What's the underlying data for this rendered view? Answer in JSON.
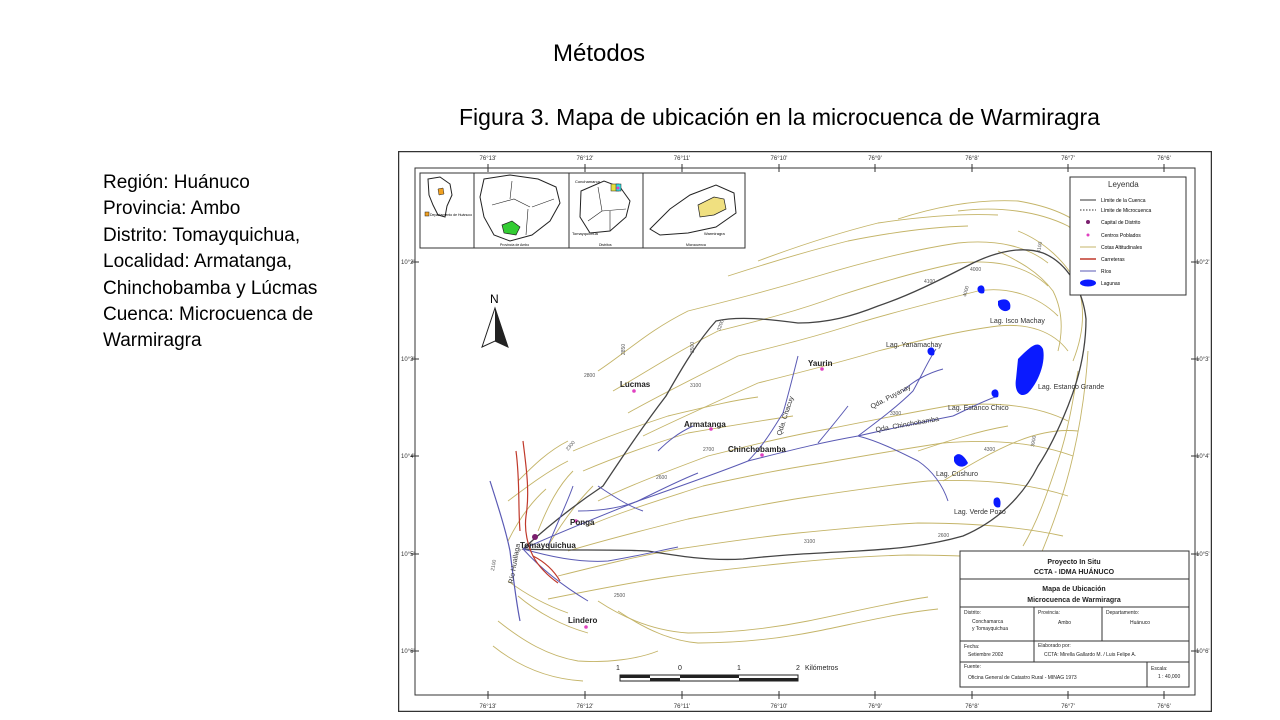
{
  "slide": {
    "title": "Métodos",
    "caption": "Figura 3. Mapa de ubicación en la microcuenca de Warmiragra"
  },
  "info": [
    "Región: Huánuco",
    "Provincia: Ambo",
    "Distrito: Tomayquichua,",
    "Localidad: Armatanga,",
    "Chinchobamba y Lúcmas",
    "Cuenca: Microcuenca de",
    "Warmiragra"
  ],
  "map": {
    "lon_ticks": [
      "76°13'",
      "76°12'",
      "76°11'",
      "76°10'",
      "76°9'",
      "76°8'",
      "76°7'",
      "76°6'"
    ],
    "lat_ticks": [
      "10°2'",
      "10°3'",
      "10°4'",
      "10°5'",
      "10°6'"
    ],
    "north": "N",
    "inset_labels": {
      "dept": "Departamento de Huánuco",
      "provincia": "Provincia de Ambo",
      "conchamarca": "Conchamarca",
      "tomayquichua": "Tomayquichua",
      "distritos": "Distritos",
      "warmiragra": "Warmiragra",
      "microcuenca": "Microcuenca"
    },
    "legend": {
      "title": "Leyenda",
      "items": [
        {
          "label": "Límite de la Cuenca",
          "symbol": "line",
          "color": "#333333"
        },
        {
          "label": "Límite de Microcuenca",
          "symbol": "dotted",
          "color": "#333333"
        },
        {
          "label": "Capital de Distrito",
          "symbol": "dot",
          "color": "#7a1f6e"
        },
        {
          "label": "Centros Poblados",
          "symbol": "dot",
          "color": "#e040c0"
        },
        {
          "label": "Cotas Altitudinales",
          "symbol": "line",
          "color": "#c8b45a"
        },
        {
          "label": "Carreteras",
          "symbol": "line",
          "color": "#c0392b"
        },
        {
          "label": "Ríos",
          "symbol": "line",
          "color": "#5a5ab4"
        },
        {
          "label": "Lagunas",
          "symbol": "blob",
          "color": "#0a1aff"
        }
      ]
    },
    "places": [
      "Yaurin",
      "Lucmas",
      "Armatanga",
      "Chinchobamba",
      "Ponga",
      "Tomayquichua",
      "Lindero"
    ],
    "lakes": [
      "Lag. Isco Machay",
      "Lag. Yanamachay",
      "Lag. Estanco Grande",
      "Lag. Estanco Chico",
      "Lag. Cushuro",
      "Lag. Verde Pozo"
    ],
    "streams": [
      "Qda. Chacuy",
      "Qda. Puyanay",
      "Qda. Chinchobamba",
      "Río Huallaga"
    ],
    "contours": [
      "4100",
      "4000",
      "4100",
      "3500",
      "3100",
      "2850",
      "2800",
      "2700",
      "2600",
      "3200",
      "3300",
      "3900",
      "4000",
      "4300",
      "2300",
      "2100",
      "2500",
      "3100",
      "2600"
    ],
    "scale": {
      "ticks": [
        "1",
        "0",
        "1",
        "2"
      ],
      "unit": "Kilómetros"
    },
    "titleblock": {
      "project": "Proyecto In Situ",
      "org": "CCTA -  IDMA HUÁNUCO",
      "map_title_1": "Mapa de Ubicación",
      "map_title_2": "Microcuenca de Warmiragra",
      "distrito_label": "Distrito:",
      "distrito_value_1": "Conchamarca",
      "distrito_value_2": "y Tomayquichua",
      "provincia_label": "Provincia:",
      "provincia_value": "Ambo",
      "departamento_label": "Departamento:",
      "departamento_value": "Huánuco",
      "fecha_label": "Fecha:",
      "fecha_value": "Setiembre 2002",
      "elaborado_label": "Elaborado por:",
      "elaborado_value": "CCTA: Mirella Gallardo M. / Luis Felipe A.",
      "fuente_label": "Fuente:",
      "fuente_value": "Oficina General de Catastro Rural - MINAG 1973",
      "escala_label": "Escala:",
      "escala_value": "1 : 40,000"
    }
  }
}
